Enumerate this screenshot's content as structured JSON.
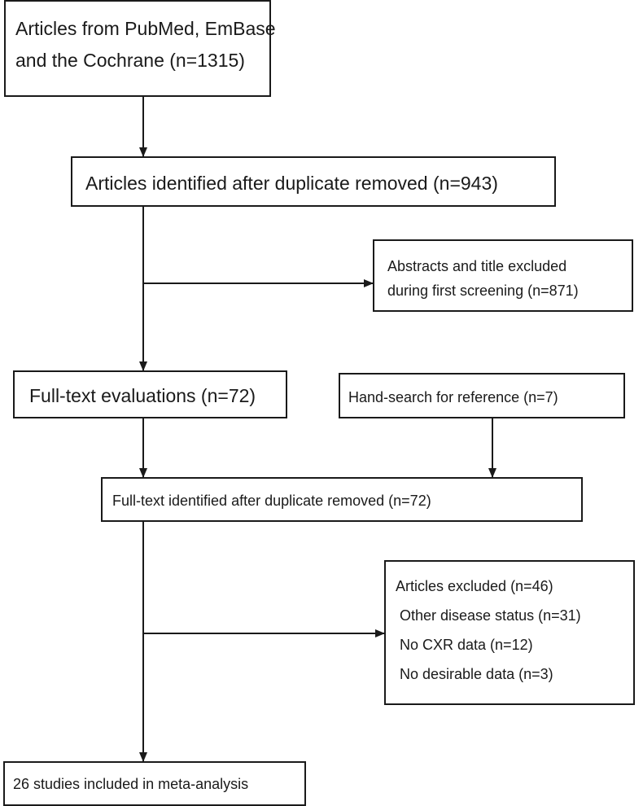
{
  "flowchart": {
    "sources": {
      "line1": "Articles from PubMed, EmBase",
      "line2": "and the Cochrane (n=1315)"
    },
    "duplicates_removed": "Articles identified after duplicate removed (n=943)",
    "abstract_exclusion": {
      "line1": "Abstracts and title excluded",
      "line2": "during first screening (n=871)"
    },
    "fulltext_evaluations": "Full-text evaluations (n=72)",
    "hand_search": "Hand-search for reference (n=7)",
    "fulltext_identified": "Full-text identified after duplicate removed (n=72)",
    "articles_excluded": {
      "header": "Articles excluded (n=46)",
      "reasons": [
        "Other disease status (n=31)",
        "No CXR data (n=12)",
        "No desirable data (n=3)"
      ]
    },
    "included": "26 studies included in meta-analysis"
  },
  "colors": {
    "stroke": "#1a1a1a",
    "background": "#ffffff"
  }
}
